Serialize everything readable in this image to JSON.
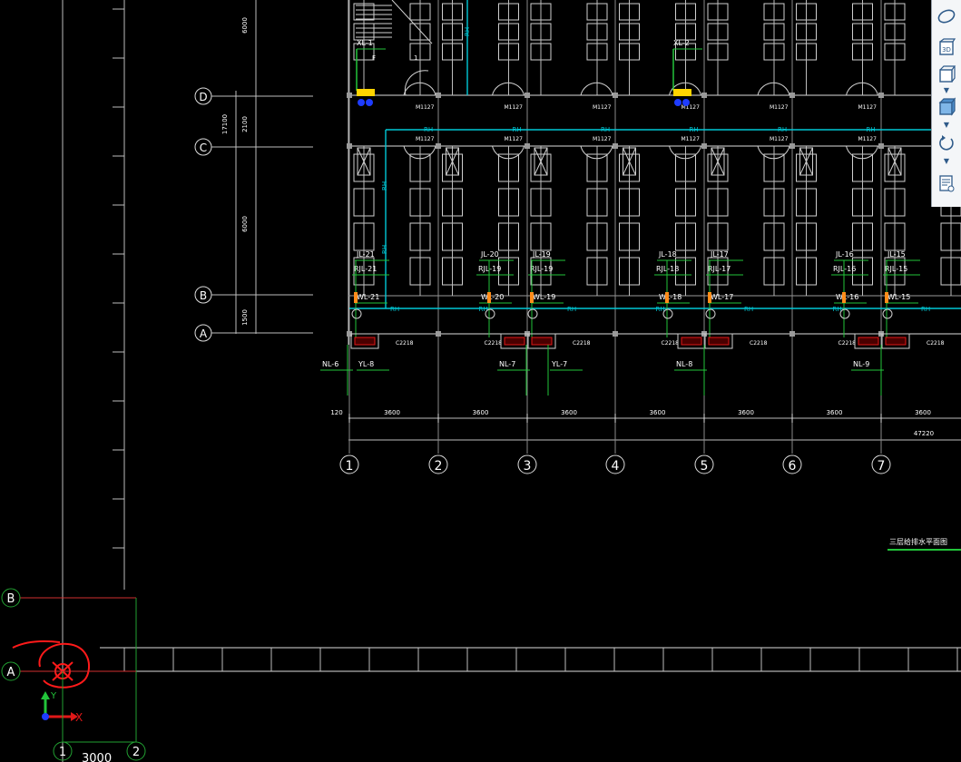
{
  "drawing": {
    "axis_letters": [
      "D",
      "C",
      "B",
      "A"
    ],
    "axis_numbers": [
      "1",
      "2",
      "3",
      "4",
      "5",
      "6",
      "7"
    ],
    "vertical_dims": [
      "6000",
      "2100",
      "17100",
      "6000",
      "1500"
    ],
    "horizontal_dims": [
      "120",
      "3600",
      "3600",
      "3600",
      "3600",
      "3600",
      "3600",
      "3600"
    ],
    "total_dim": "47220",
    "door_label": "M1127",
    "window_label": "C2218",
    "pipe_tag": "RH",
    "xl_labels": [
      "XL-1",
      "XL-2"
    ],
    "stair_marks": [
      "F",
      "1"
    ],
    "upper_riser_groups": [
      {
        "jl": "JL-21",
        "rjl": "RJL-21",
        "wl": "WL-21"
      },
      {
        "jl": "JL-20",
        "rjl": "RJL-19",
        "wl": "WL-20"
      },
      {
        "jl": "JL-19",
        "rjl": "RJL-19",
        "wl": "WL-19"
      },
      {
        "jl": "JL-18",
        "rjl": "RJL-18",
        "wl": "WL-18"
      },
      {
        "jl": "JL-17",
        "rjl": "RJL-17",
        "wl": "WL-17"
      },
      {
        "jl": "JL-16",
        "rjl": "RJL-16",
        "wl": "WL-16"
      },
      {
        "jl": "JL-15",
        "rjl": "RJL-15",
        "wl": "WL-15"
      }
    ],
    "bottom_labels": [
      "NL-6",
      "YL-8",
      "NL-7",
      "YL-7",
      "NL-8",
      "NL-9"
    ],
    "plan_title": "三层给排水平面图",
    "ucs": {
      "origin_letters": [
        "B",
        "A"
      ],
      "origin_numbers": [
        "1",
        "2"
      ],
      "spacing": "3000",
      "x_label": "X",
      "y_label": "Y"
    }
  },
  "toolbar": {
    "tools": [
      {
        "name": "orbit-icon",
        "tip": "Orbit"
      },
      {
        "name": "3d-view-icon",
        "tip": "3D"
      },
      {
        "name": "box-view-icon",
        "tip": "View"
      },
      {
        "name": "shaded-box-icon",
        "tip": "Visual Style"
      },
      {
        "name": "rotate-icon",
        "tip": "Rotate"
      },
      {
        "name": "properties-icon",
        "tip": "Properties"
      }
    ],
    "label_3d": "3D"
  },
  "colors": {
    "white": "#ffffff",
    "cyan": "#00c8d6",
    "green": "#22c43a",
    "red": "#e01818",
    "yellow": "#ffd400",
    "blue": "#1e3cff",
    "gray": "#8a8a8a"
  }
}
